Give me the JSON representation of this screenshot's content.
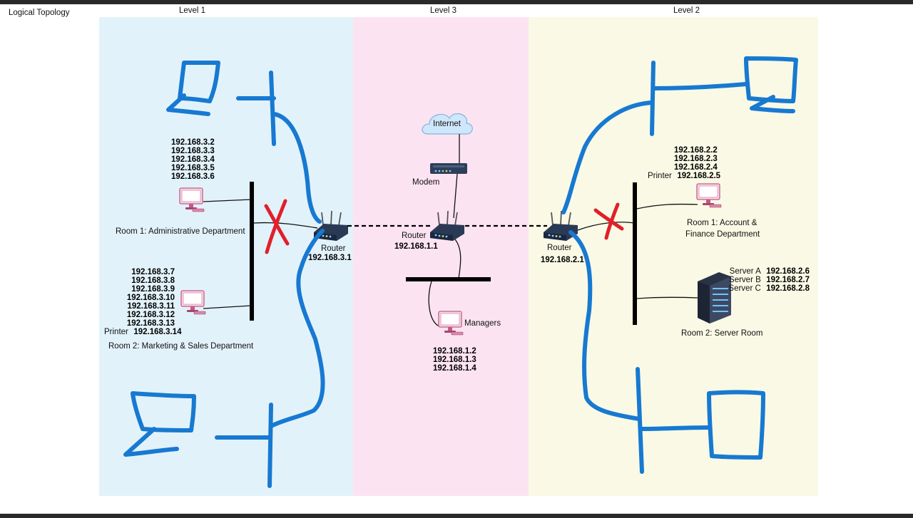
{
  "title": "Logical Topology",
  "levels": {
    "level1": "Level 1",
    "level3": "Level 3",
    "level2": "Level 2"
  },
  "colors": {
    "level1_bg": "#e2f2fb",
    "level3_bg": "#fce3f1",
    "level2_bg": "#f9f9e6",
    "drawn_stroke": "#1779d1",
    "blocked_x": "#e0202a"
  },
  "level1": {
    "room1_ips": [
      "192.168.3.2",
      "192.168.3.3",
      "192.168.3.4",
      "192.168.3.5",
      "192.168.3.6"
    ],
    "room1_label": "Room 1: Administrative Department",
    "room2_ips": [
      "192.168.3.7",
      "192.168.3.8",
      "192.168.3.9",
      "192.168.3.10",
      "192.168.3.11",
      "192.168.3.12",
      "192.168.3.13"
    ],
    "printer_prefix": "Printer",
    "printer_ip": "192.168.3.14",
    "room2_label": "Room 2: Marketing & Sales Department",
    "router_label": "Router",
    "router_ip": "192.168.3.1"
  },
  "level3": {
    "internet_label": "Internet",
    "modem_label": "Modem",
    "router_label": "Router",
    "router_ip": "192.168.1.1",
    "managers_label": "Managers",
    "managers_ips": [
      "192.168.1.2",
      "192.168.1.3",
      "192.168.1.4"
    ]
  },
  "level2": {
    "room1_ips": [
      "192.168.2.2",
      "192.168.2.3",
      "192.168.2.4"
    ],
    "printer_prefix": "Printer",
    "printer_ip": "192.168.2.5",
    "room1_label_line1": "Room 1: Account &",
    "room1_label_line2": "Finance Department",
    "servers": [
      {
        "name": "Server A",
        "ip": "192.168.2.6"
      },
      {
        "name": "Server B",
        "ip": "192.168.2.7"
      },
      {
        "name": "Server C",
        "ip": "192.168.2.8"
      }
    ],
    "room2_label": "Room 2: Server Room",
    "router_label": "Router",
    "router_ip": "192.168.2.1"
  }
}
